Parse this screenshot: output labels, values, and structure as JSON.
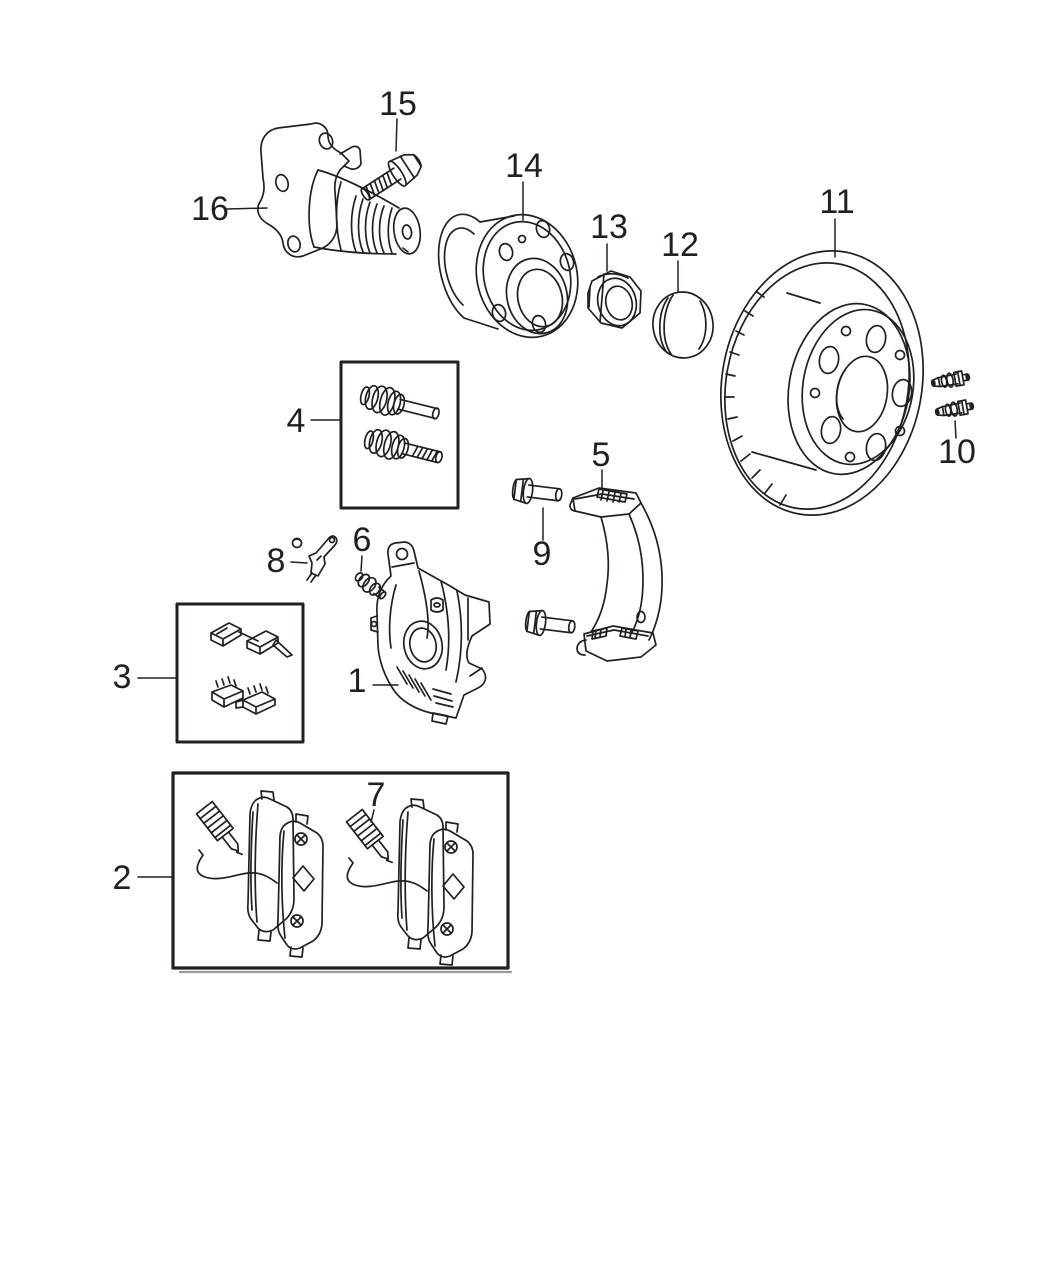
{
  "diagram": {
    "kind": "exploded-parts-line-drawing",
    "colors": {
      "background": "#ffffff",
      "line": "#231f20"
    },
    "callouts": [
      {
        "num": "1",
        "part": "brake-caliper"
      },
      {
        "num": "2",
        "part": "brake-pad-kit-box"
      },
      {
        "num": "3",
        "part": "pad-clip-kit-box"
      },
      {
        "num": "4",
        "part": "guide-pin-kit-box"
      },
      {
        "num": "5",
        "part": "caliper-adapter-bracket"
      },
      {
        "num": "6",
        "part": "bleeder-screw"
      },
      {
        "num": "7",
        "part": "pad-wear-sensor"
      },
      {
        "num": "8",
        "part": "sensor-bracket"
      },
      {
        "num": "9",
        "part": "adapter-bolts"
      },
      {
        "num": "10",
        "part": "retaining-screws"
      },
      {
        "num": "11",
        "part": "brake-rotor"
      },
      {
        "num": "12",
        "part": "dust-cap"
      },
      {
        "num": "13",
        "part": "hub-nut"
      },
      {
        "num": "14",
        "part": "wheel-hub"
      },
      {
        "num": "15",
        "part": "flange-bolt"
      },
      {
        "num": "16",
        "part": "stub-axle"
      }
    ]
  }
}
